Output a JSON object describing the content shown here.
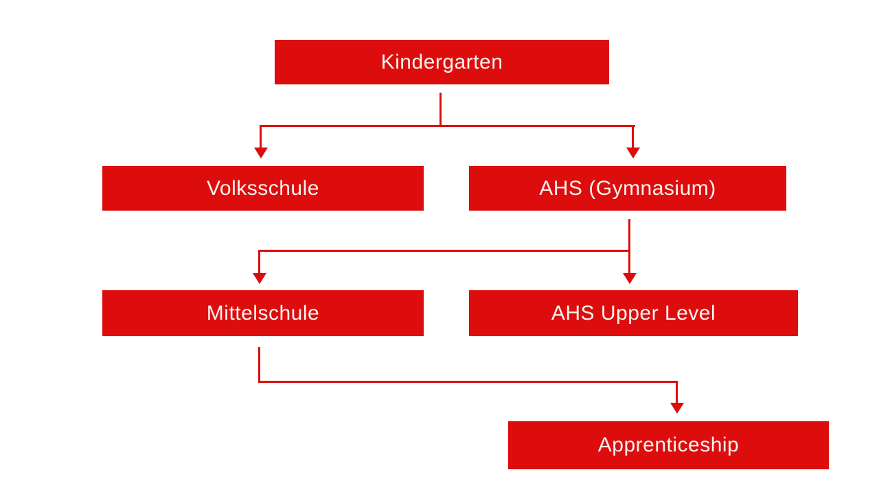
{
  "diagram": {
    "type": "flowchart",
    "background_color": "#FFFFFF",
    "node_fill_color": "#DD0D0D",
    "node_text_color": "#F7F3EF",
    "connector_color": "#DC0D0D",
    "nodes": {
      "kindergarten": {
        "label": "Kindergarten"
      },
      "volksschule": {
        "label": "Volksschule"
      },
      "ahs_gymnasium": {
        "label": "AHS (Gymnasium)"
      },
      "mittelschule": {
        "label": "Mittelschule"
      },
      "ahs_upper": {
        "label": "AHS Upper Level"
      },
      "apprenticeship": {
        "label": "Apprenticeship"
      }
    },
    "edges": [
      {
        "from": "Kindergarten",
        "to": "Volksschule"
      },
      {
        "from": "Kindergarten",
        "to": "AHS (Gymnasium)"
      },
      {
        "from": "AHS (Gymnasium)",
        "to": "Mittelschule"
      },
      {
        "from": "AHS (Gymnasium)",
        "to": "AHS Upper Level"
      },
      {
        "from": "Mittelschule",
        "to": "Apprenticeship"
      }
    ]
  }
}
